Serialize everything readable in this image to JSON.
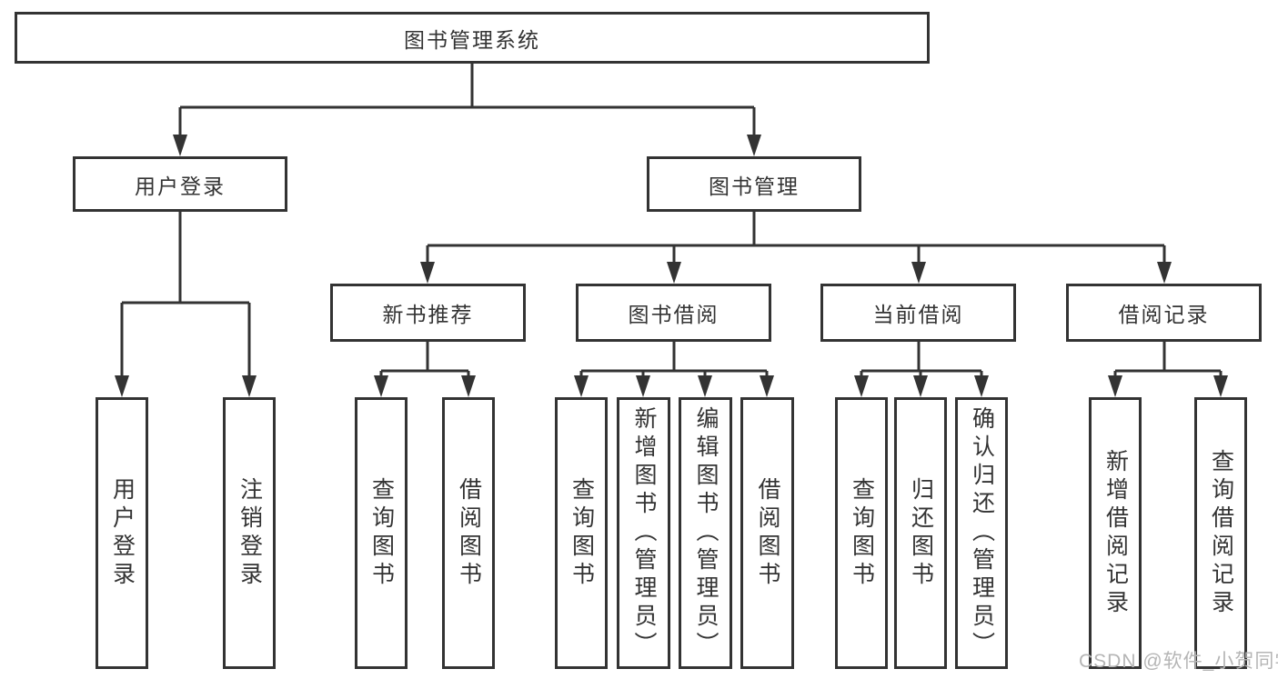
{
  "diagram": {
    "root": {
      "label": "图书管理系统"
    },
    "level2": [
      {
        "label": "用户登录"
      },
      {
        "label": "图书管理"
      }
    ],
    "level3": [
      {
        "label": "新书推荐"
      },
      {
        "label": "图书借阅"
      },
      {
        "label": "当前借阅"
      },
      {
        "label": "借阅记录"
      }
    ],
    "leaves": {
      "user_login": [
        {
          "label": "用户登录"
        },
        {
          "label": "注销登录"
        }
      ],
      "new_book": [
        {
          "label": "查询图书"
        },
        {
          "label": "借阅图书"
        }
      ],
      "book_borrow": [
        {
          "label": "查询图书"
        },
        {
          "label": "新增图书（管理员）"
        },
        {
          "label": "编辑图书（管理员）"
        },
        {
          "label": "借阅图书"
        }
      ],
      "current_borrow": [
        {
          "label": "查询图书"
        },
        {
          "label": "归还图书"
        },
        {
          "label": "确认归还（管理员）"
        }
      ],
      "borrow_records": [
        {
          "label": "新增借阅记录"
        },
        {
          "label": "查询借阅记录"
        }
      ]
    }
  },
  "watermark": {
    "text": "CSDN @软件_小贺同学"
  },
  "colors": {
    "line": "#333333",
    "text": "#333333",
    "background": "#ffffff",
    "watermark": "#b5b5b5"
  }
}
